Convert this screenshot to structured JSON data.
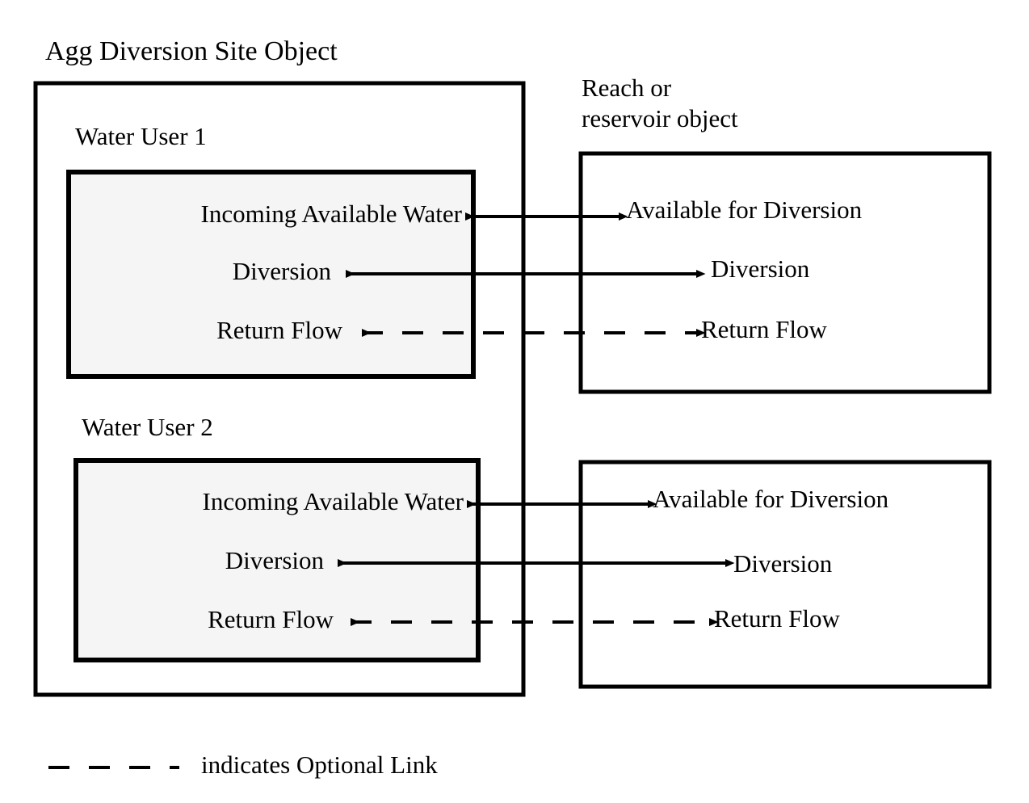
{
  "diagram": {
    "title": "Agg Diversion Site Object",
    "right_object_title_line1": "Reach or",
    "right_object_title_line2": "reservoir object",
    "legend_text": "indicates Optional Link",
    "colors": {
      "stroke": "#000000",
      "inner_fill": "#f5f5f5",
      "background": "#ffffff"
    },
    "groups": [
      {
        "label": "Water User 1",
        "ports": [
          {
            "name": "Incoming Available Water"
          },
          {
            "name": "Diversion"
          },
          {
            "name": "Return Flow"
          }
        ]
      },
      {
        "label": "Water User 2",
        "ports": [
          {
            "name": "Incoming Available Water"
          },
          {
            "name": "Diversion"
          },
          {
            "name": "Return Flow"
          }
        ]
      }
    ],
    "reach_objects": [
      {
        "ports": [
          {
            "name": "Available for Diversion"
          },
          {
            "name": "Diversion"
          },
          {
            "name": "Return Flow"
          }
        ]
      },
      {
        "ports": [
          {
            "name": "Available for Diversion"
          },
          {
            "name": "Diversion"
          },
          {
            "name": "Return Flow"
          }
        ]
      }
    ],
    "links": [
      {
        "from": "Incoming Available Water",
        "to": "Available for Diversion",
        "style": "solid",
        "optional": false
      },
      {
        "from": "Diversion",
        "to": "Diversion",
        "style": "solid",
        "optional": false
      },
      {
        "from": "Return Flow",
        "to": "Return Flow",
        "style": "dashed",
        "optional": true
      },
      {
        "from": "Incoming Available Water",
        "to": "Available for Diversion",
        "style": "solid",
        "optional": false
      },
      {
        "from": "Diversion",
        "to": "Diversion",
        "style": "solid",
        "optional": false
      },
      {
        "from": "Return Flow",
        "to": "Return Flow",
        "style": "dashed",
        "optional": true
      }
    ]
  }
}
